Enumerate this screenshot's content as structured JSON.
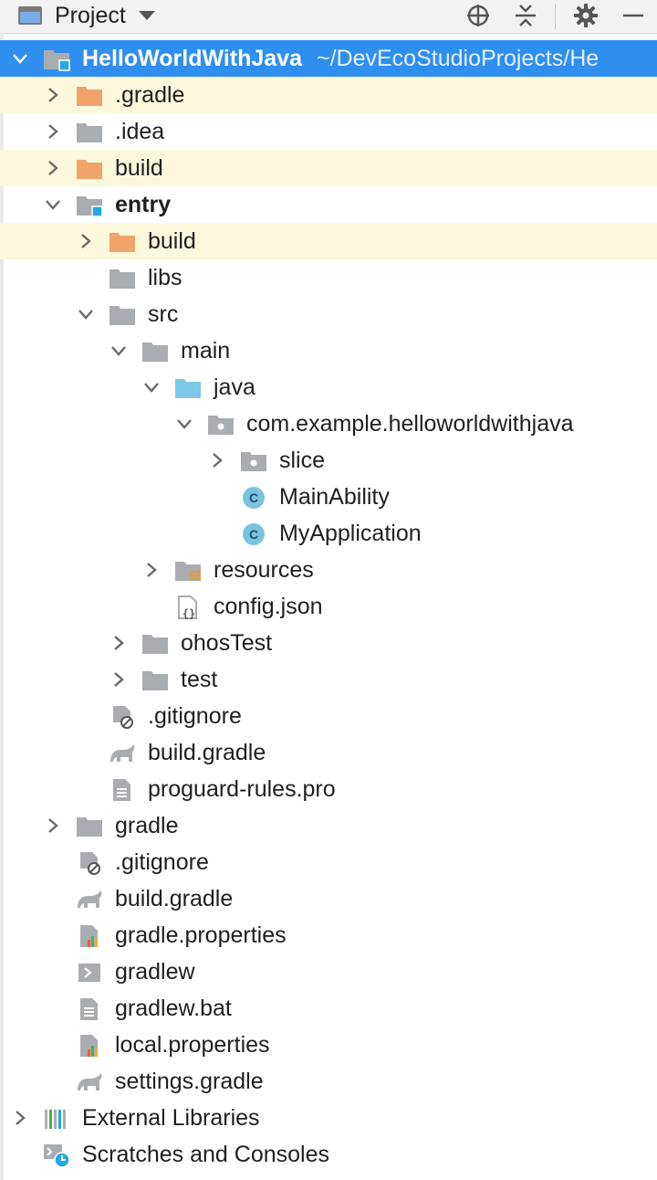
{
  "toolbar": {
    "view_label": "Project",
    "icons": [
      "locate-icon",
      "collapse-all-icon",
      "gear-icon",
      "hide-icon"
    ]
  },
  "colors": {
    "selection": "#2f8fef",
    "highlight_row": "#fbf8dc",
    "folder_gray": "#a9adb2",
    "folder_excluded": "#f0a46c",
    "folder_source": "#7cc8e6",
    "class_icon": "#7cc3df"
  },
  "tree": [
    {
      "label": "HelloWorldWithJava",
      "path": "~/DevEcoStudioProjects/He",
      "depth": 0,
      "arrow": "expanded",
      "icon": "module-folder-icon",
      "bold": true,
      "state": "selected"
    },
    {
      "label": ".gradle",
      "depth": 1,
      "arrow": "collapsed",
      "icon": "excluded-folder-icon",
      "state": "highlight"
    },
    {
      "label": ".idea",
      "depth": 1,
      "arrow": "collapsed",
      "icon": "folder-icon"
    },
    {
      "label": "build",
      "depth": 1,
      "arrow": "collapsed",
      "icon": "excluded-folder-icon",
      "state": "highlight"
    },
    {
      "label": "entry",
      "depth": 1,
      "arrow": "expanded",
      "icon": "module-folder-icon",
      "bold": true
    },
    {
      "label": "build",
      "depth": 2,
      "arrow": "collapsed",
      "icon": "excluded-folder-icon",
      "state": "highlight"
    },
    {
      "label": "libs",
      "depth": 2,
      "arrow": "none",
      "icon": "folder-icon"
    },
    {
      "label": "src",
      "depth": 2,
      "arrow": "expanded",
      "icon": "folder-icon"
    },
    {
      "label": "main",
      "depth": 3,
      "arrow": "expanded",
      "icon": "folder-icon"
    },
    {
      "label": "java",
      "depth": 4,
      "arrow": "expanded",
      "icon": "source-folder-icon"
    },
    {
      "label": "com.example.helloworldwithjava",
      "depth": 5,
      "arrow": "expanded",
      "icon": "package-icon"
    },
    {
      "label": "slice",
      "depth": 6,
      "arrow": "collapsed",
      "icon": "package-icon"
    },
    {
      "label": "MainAbility",
      "depth": 6,
      "arrow": "none",
      "icon": "class-icon"
    },
    {
      "label": "MyApplication",
      "depth": 6,
      "arrow": "none",
      "icon": "class-icon"
    },
    {
      "label": "resources",
      "depth": 4,
      "arrow": "collapsed",
      "icon": "resources-folder-icon"
    },
    {
      "label": "config.json",
      "depth": 4,
      "arrow": "none",
      "icon": "json-file-icon"
    },
    {
      "label": "ohosTest",
      "depth": 3,
      "arrow": "collapsed",
      "icon": "folder-icon"
    },
    {
      "label": "test",
      "depth": 3,
      "arrow": "collapsed",
      "icon": "folder-icon"
    },
    {
      "label": ".gitignore",
      "depth": 2,
      "arrow": "none",
      "icon": "ignore-file-icon"
    },
    {
      "label": "build.gradle",
      "depth": 2,
      "arrow": "none",
      "icon": "gradle-file-icon"
    },
    {
      "label": "proguard-rules.pro",
      "depth": 2,
      "arrow": "none",
      "icon": "text-file-icon"
    },
    {
      "label": "gradle",
      "depth": 1,
      "arrow": "collapsed",
      "icon": "folder-icon"
    },
    {
      "label": ".gitignore",
      "depth": 1,
      "arrow": "none",
      "icon": "ignore-file-icon"
    },
    {
      "label": "build.gradle",
      "depth": 1,
      "arrow": "none",
      "icon": "gradle-file-icon"
    },
    {
      "label": "gradle.properties",
      "depth": 1,
      "arrow": "none",
      "icon": "properties-file-icon"
    },
    {
      "label": "gradlew",
      "depth": 1,
      "arrow": "none",
      "icon": "shell-file-icon"
    },
    {
      "label": "gradlew.bat",
      "depth": 1,
      "arrow": "none",
      "icon": "text-file-icon"
    },
    {
      "label": "local.properties",
      "depth": 1,
      "arrow": "none",
      "icon": "properties-file-icon"
    },
    {
      "label": "settings.gradle",
      "depth": 1,
      "arrow": "none",
      "icon": "gradle-file-icon"
    },
    {
      "label": "External Libraries",
      "depth": 0,
      "arrow": "collapsed",
      "icon": "libraries-icon"
    },
    {
      "label": "Scratches and Consoles",
      "depth": 0,
      "arrow": "none",
      "icon": "scratches-icon"
    }
  ]
}
